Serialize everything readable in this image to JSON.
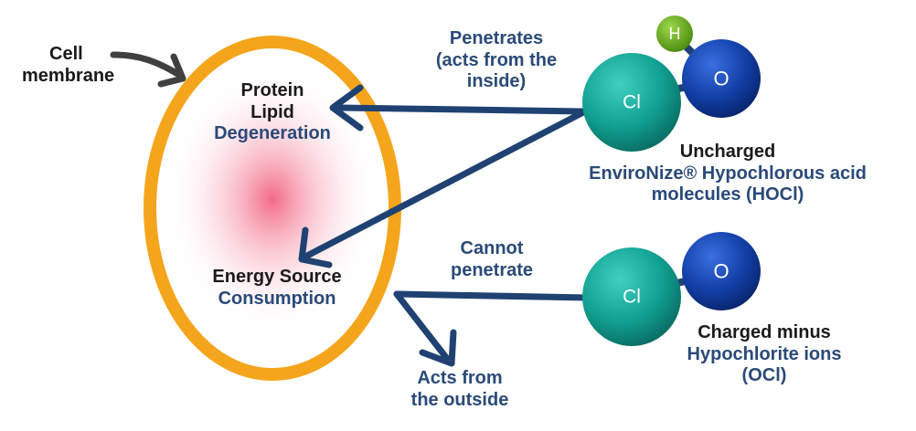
{
  "cell": {
    "membrane_label_line1": "Cell",
    "membrane_label_line2": "membrane",
    "top_label_line1": "Protein",
    "top_label_line2": "Lipid",
    "top_label_line3": "Degeneration",
    "bottom_label_line1": "Energy Source",
    "bottom_label_line2": "Consumption"
  },
  "arrows": {
    "penetrates_line1": "Penetrates",
    "penetrates_line2": "(acts from the",
    "penetrates_line3": "inside)",
    "cannot_line1": "Cannot",
    "cannot_line2": "penetrate",
    "outside_line1": "Acts from",
    "outside_line2": "the outside"
  },
  "hocl": {
    "h_atom": "H",
    "o_atom": "O",
    "cl_atom": "Cl",
    "caption_line1": "Uncharged",
    "caption_line2": "EnviroNize® Hypochlorous acid",
    "caption_line3": "molecules (HOCl)"
  },
  "ocl": {
    "o_atom": "O",
    "cl_atom": "Cl",
    "caption_line1": "Charged minus",
    "caption_line2": "Hypochlorite ions",
    "caption_line3": "(OCl)"
  },
  "colors": {
    "membrane": "#f5a51c",
    "arrow": "#1f4272",
    "label_blue": "#2a4a78",
    "cl_atom": "#1aa99a",
    "o_atom": "#1340a8",
    "h_atom": "#6aad1f",
    "core_glow": "#f26a86"
  }
}
